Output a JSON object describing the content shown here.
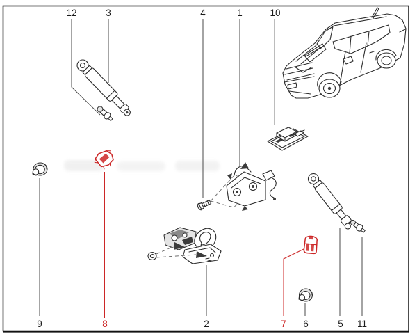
{
  "colors": {
    "bg": "#ffffff",
    "border": "#1f1f1f",
    "line": "#4a4a4a",
    "line-light": "#9f9f9f",
    "part": "#2a2a2a",
    "red": "#cc2727",
    "label": "#1c1c1c"
  },
  "callouts": {
    "c12": "12",
    "c3": "3",
    "c4": "4",
    "c1": "1",
    "c10": "10",
    "c9": "9",
    "c8": "8",
    "c2": "2",
    "c7": "7",
    "c6": "6",
    "c5": "5",
    "c11": "11"
  },
  "highlighted_callouts": [
    "7",
    "8"
  ],
  "parts": [
    {
      "num": "1",
      "name": "tailgate-lock-latch"
    },
    {
      "num": "2",
      "name": "opening-handle-with-microswitch"
    },
    {
      "num": "3",
      "name": "gas-strut-left"
    },
    {
      "num": "4",
      "name": "bolt"
    },
    {
      "num": "5",
      "name": "gas-strut-right"
    },
    {
      "num": "6",
      "name": "grommet"
    },
    {
      "num": "7",
      "name": "retaining-clip",
      "highlighted": true
    },
    {
      "num": "8",
      "name": "retaining-clip",
      "highlighted": true
    },
    {
      "num": "9",
      "name": "grommet"
    },
    {
      "num": "10",
      "name": "license-plate-lamp"
    },
    {
      "num": "11",
      "name": "ball-stud"
    },
    {
      "num": "12",
      "name": "ball-stud"
    }
  ]
}
